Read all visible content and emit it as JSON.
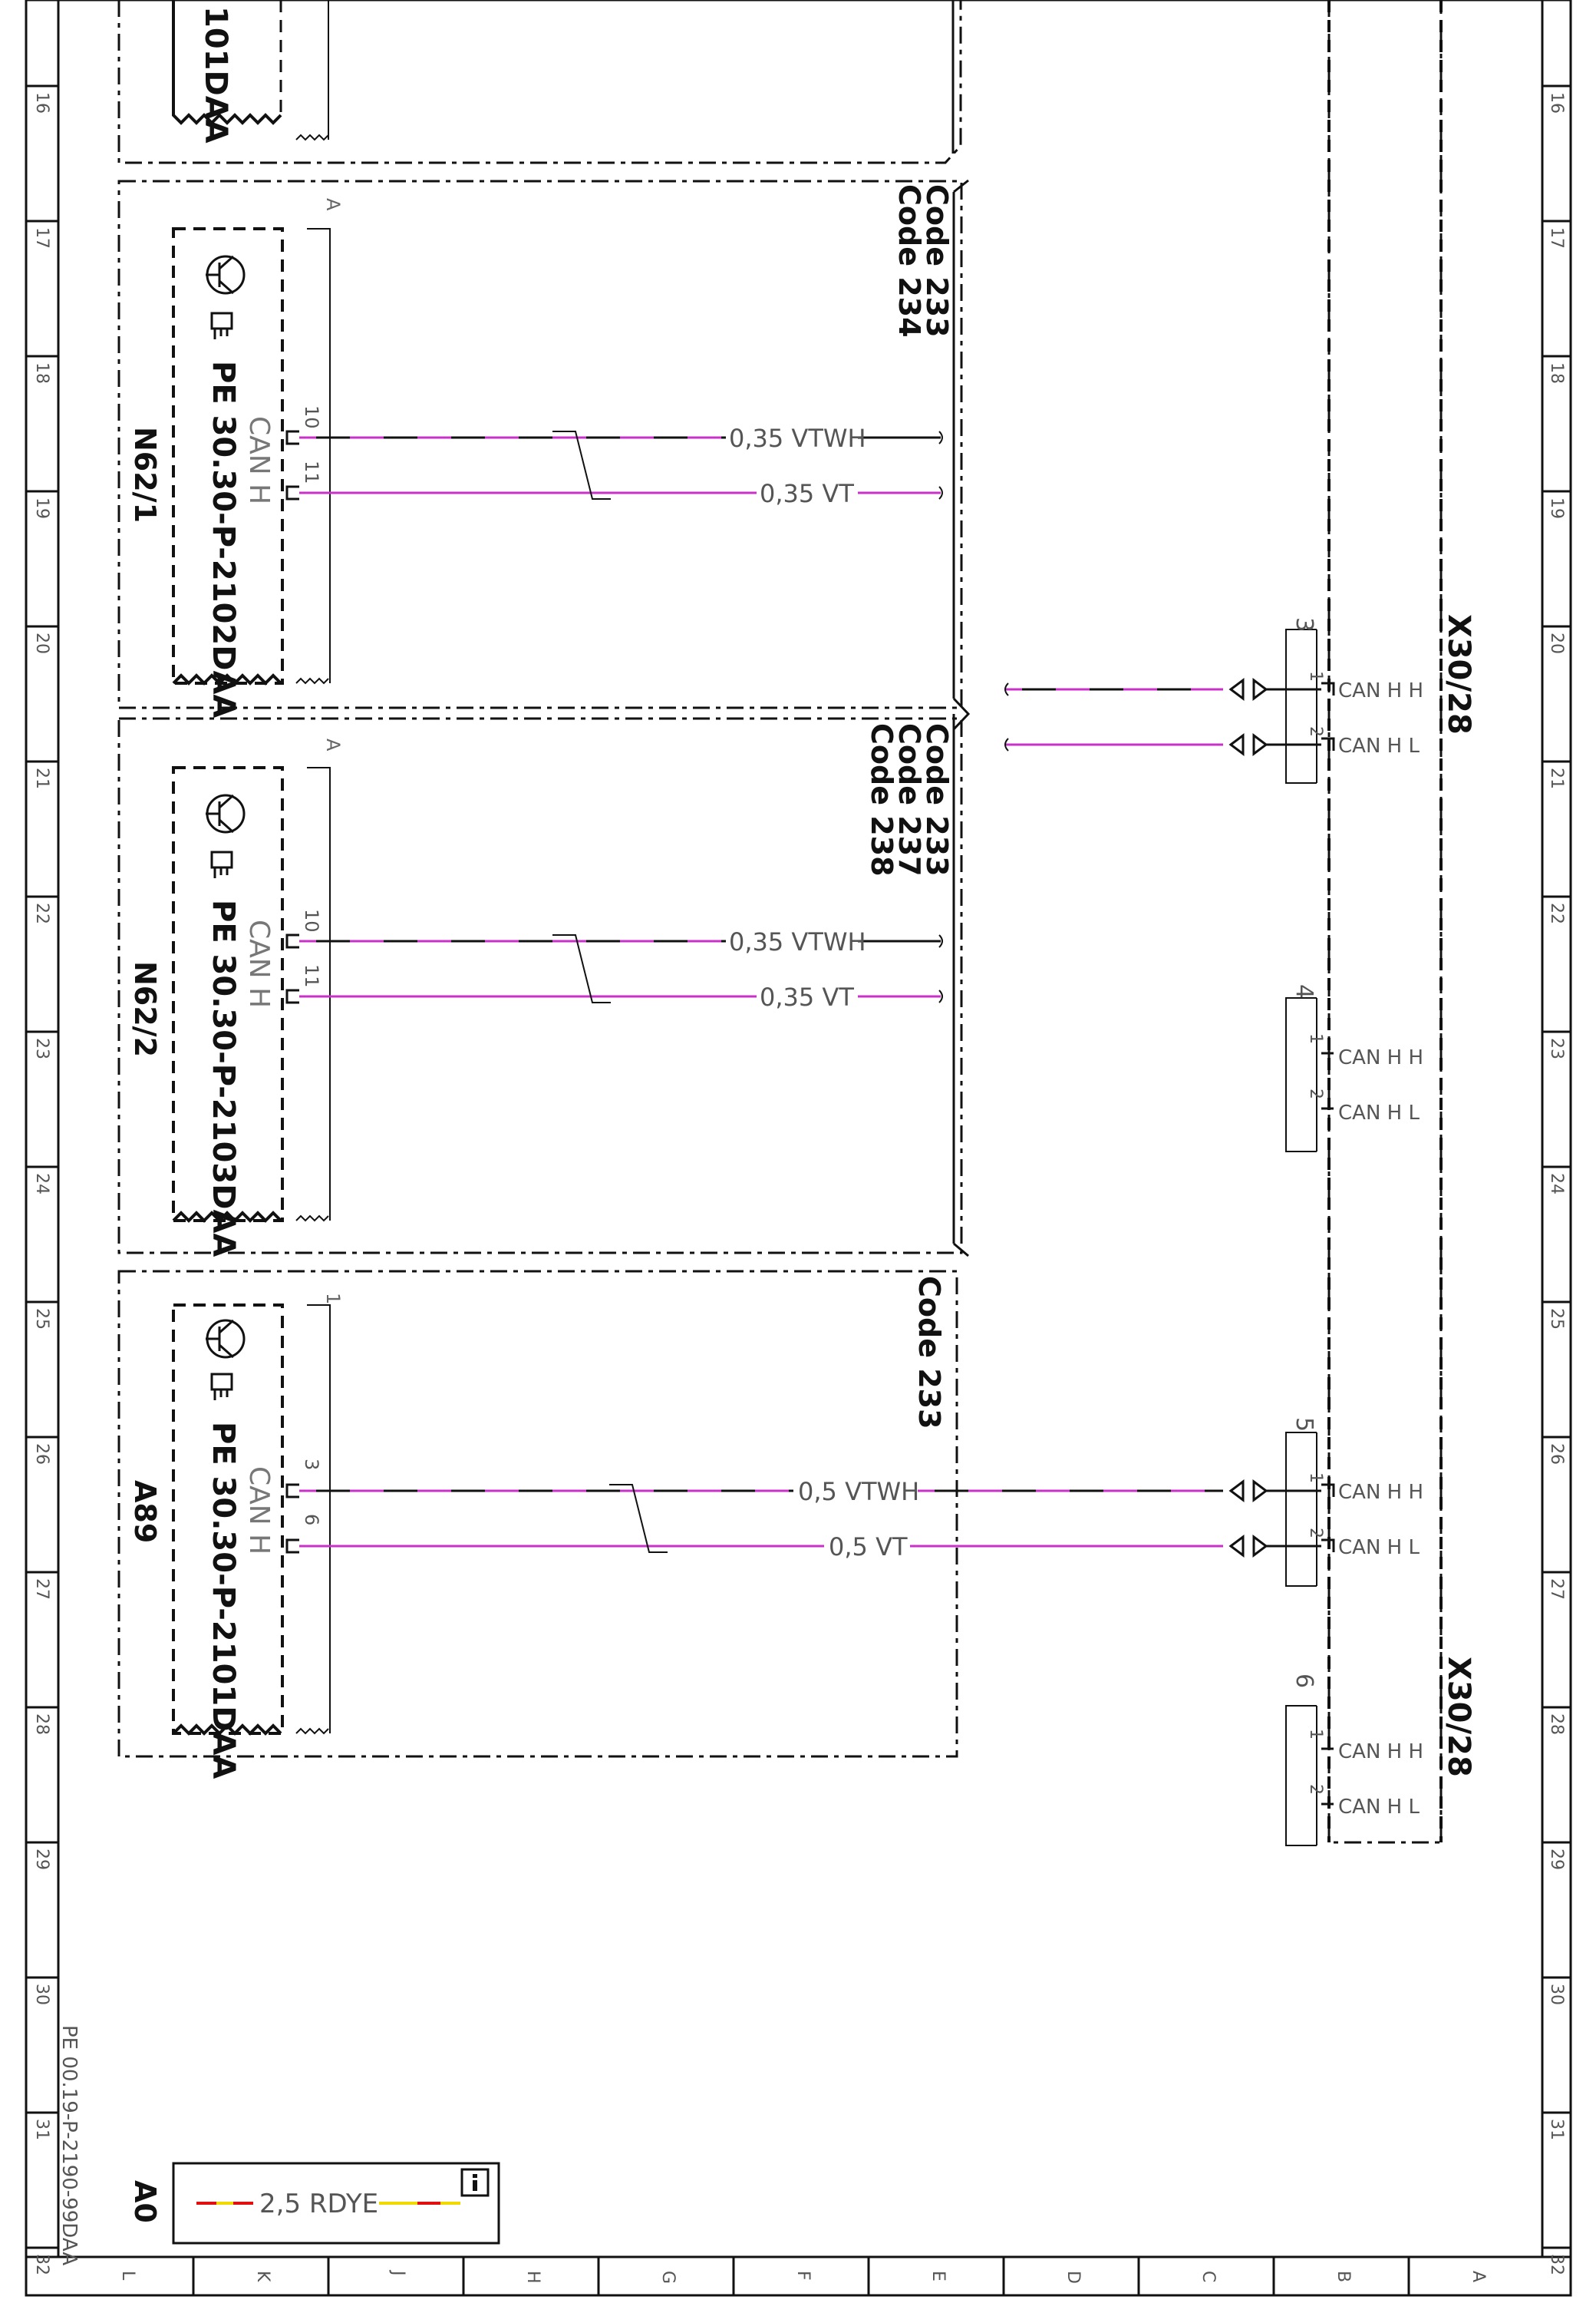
{
  "frame": {
    "rows": [
      "16",
      "17",
      "18",
      "19",
      "20",
      "21",
      "22",
      "23",
      "24",
      "25",
      "26",
      "27",
      "28",
      "29",
      "30",
      "31",
      "32"
    ],
    "columns": [
      "L",
      "K",
      "J",
      "H",
      "G",
      "F",
      "E",
      "D",
      "C",
      "B",
      "A"
    ]
  },
  "top_fragment": {
    "label": "101DAA"
  },
  "blocks": [
    {
      "id": "N62_1",
      "name": "N62/1",
      "ref": "PE 30.30-P-2102DAA",
      "bus": "CAN H",
      "corner": "A",
      "codes": [
        "Code 233",
        "Code 234"
      ],
      "pins": [
        "10",
        "11"
      ],
      "wires": [
        "0,35 VTWH",
        "0,35 VT"
      ]
    },
    {
      "id": "N62_2",
      "name": "N62/2",
      "ref": "PE 30.30-P-2103DAA",
      "bus": "CAN H",
      "corner": "A",
      "codes": [
        "Code 233",
        "Code 237",
        "Code 238"
      ],
      "pins": [
        "10",
        "11"
      ],
      "wires": [
        "0,35 VTWH",
        "0,35 VT"
      ]
    },
    {
      "id": "A89",
      "name": "A89",
      "ref": "PE 30.30-P-2101DAA",
      "bus": "CAN H",
      "corner": "1",
      "codes": [
        "Code 233"
      ],
      "pins": [
        "3",
        "6"
      ],
      "wires": [
        "0,5 VTWH",
        "0,5 VT"
      ]
    }
  ],
  "connector": {
    "name": "X30/28",
    "name_lower": "X30/28",
    "groups": [
      {
        "num": "3",
        "pins": [
          "1",
          "2"
        ],
        "signals": [
          "CAN H H",
          "CAN H L"
        ]
      },
      {
        "num": "4",
        "pins": [
          "1",
          "2"
        ],
        "signals": [
          "CAN H H",
          "CAN H L"
        ]
      },
      {
        "num": "5",
        "pins": [
          "1",
          "2"
        ],
        "signals": [
          "CAN H H",
          "CAN H L"
        ]
      },
      {
        "num": "6",
        "pins": [
          "1",
          "2"
        ],
        "signals": [
          "CAN H H",
          "CAN H L"
        ]
      }
    ]
  },
  "footer": {
    "doc_ref": "PE 00.19-P-2190-99DAA",
    "sheet_id": "A0",
    "legend_wire": "2,5 RDYE",
    "info_icon": "info-icon"
  },
  "colors": {
    "wire_violet": "#c832c8",
    "wire_white_dash": "#ffffff",
    "legend_red": "#e01010",
    "legend_yellow": "#f0d800",
    "ink": "#111111",
    "thin_ink": "#555555"
  }
}
